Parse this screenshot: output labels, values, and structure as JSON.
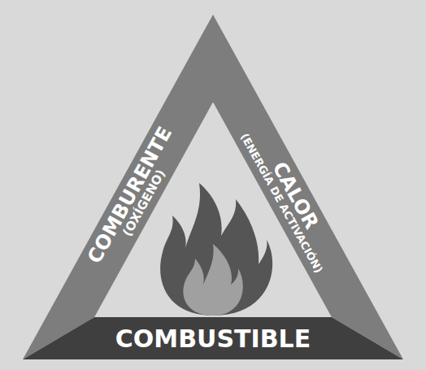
{
  "diagram": {
    "nodes": [
      {
        "text": [
          "COMBURENTE",
          "(OXÍGENO)"
        ]
      },
      {
        "text": [
          "CALOR",
          "(ENERGÍA DE ACTIVACIÓN)"
        ]
      },
      {
        "text": [
          "COMBUSTIBLE"
        ]
      }
    ]
  }
}
